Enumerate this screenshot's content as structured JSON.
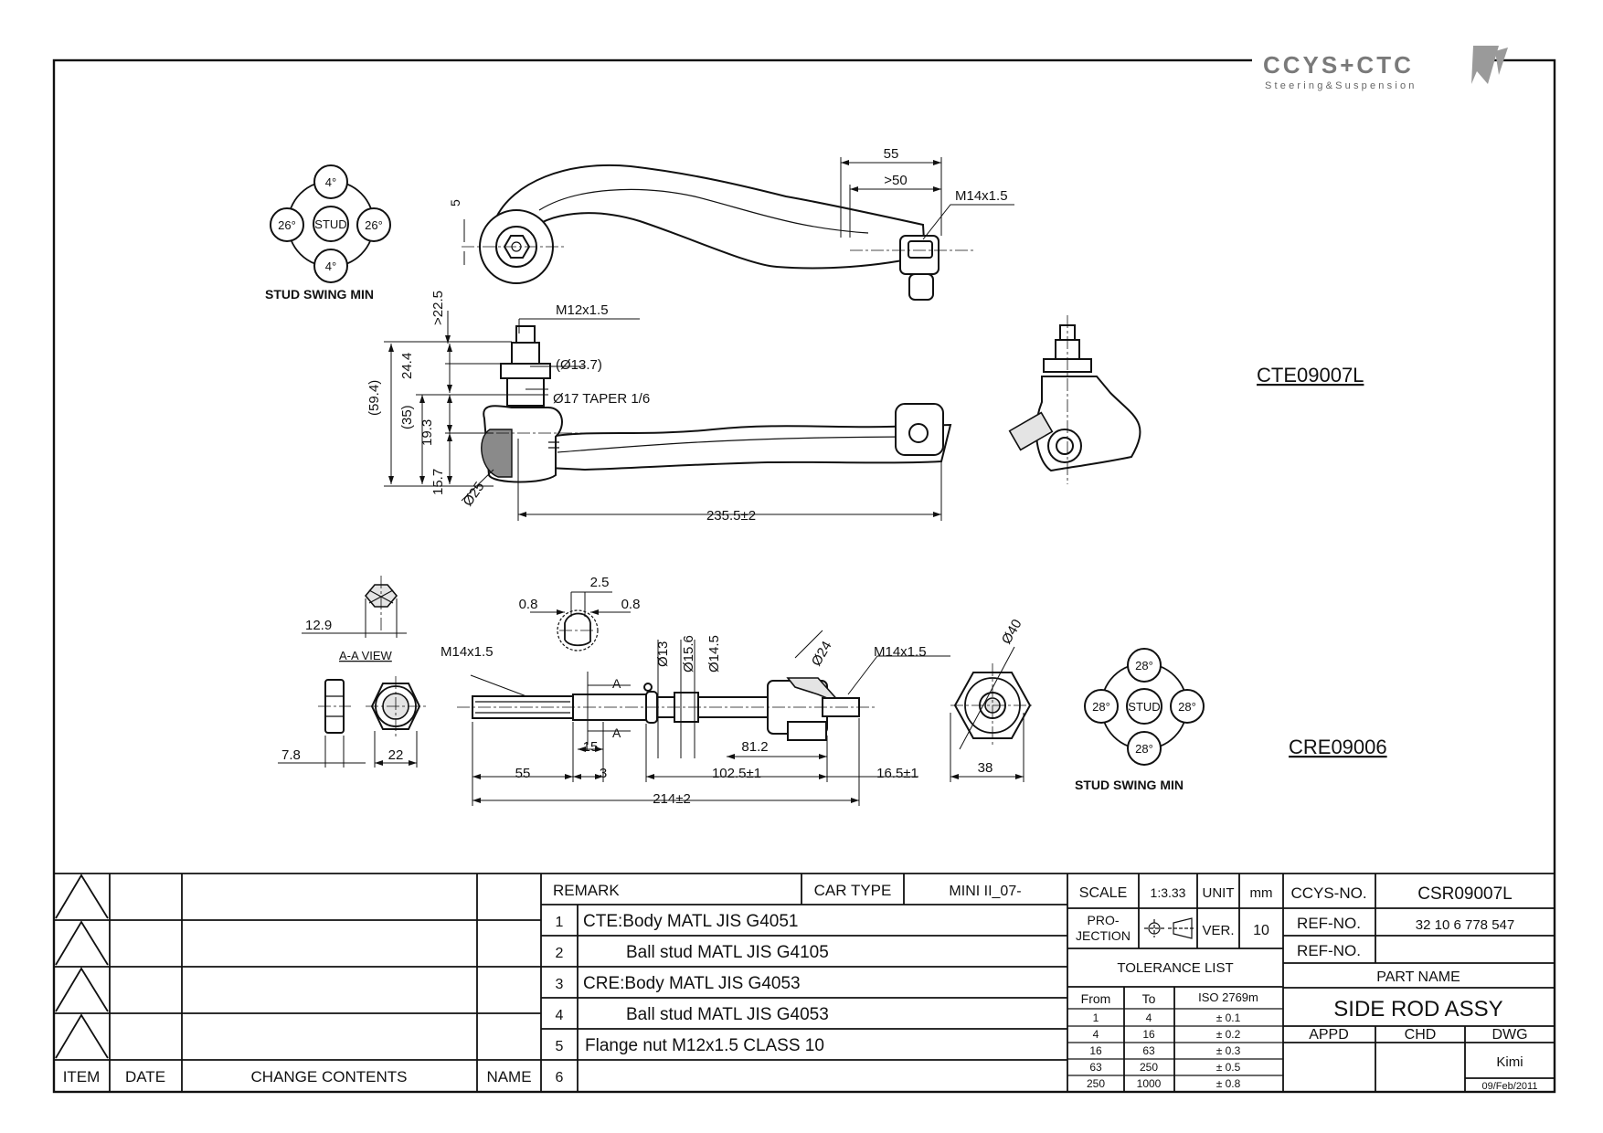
{
  "logo": {
    "brand": "CCYS+CTC",
    "tagline": "Steering&Suspension"
  },
  "drawing": {
    "cte_code": "CTE09007L",
    "cre_code": "CRE09006",
    "swing_top": {
      "caption": "STUD SWING MIN",
      "center": "STUD",
      "top": "4°",
      "bottom": "4°",
      "left": "26°",
      "right": "26°"
    },
    "swing_bottom": {
      "caption": "STUD SWING MIN",
      "center": "STUD",
      "top": "28°",
      "bottom": "28°",
      "left": "28°",
      "right": "28°"
    },
    "dims_top": {
      "d55": "55",
      "d50": ">50",
      "m14": "M14x1.5",
      "tol5": "5",
      "d22": ">22.5",
      "m12": "M12x1.5",
      "d59": "(59.4)",
      "d35": "(35)",
      "d244": "24.4",
      "d193": "19.3",
      "d157": "15.7",
      "dia137": "(Ø13.7)",
      "taper": "Ø17 TAPER 1/6",
      "dia25": "Ø25",
      "len": "235.5±2"
    },
    "dims_bottom": {
      "d08a": "0.8",
      "d25": "2.5",
      "d08b": "0.8",
      "d129": "12.9",
      "aa": "A-A VIEW",
      "m14a": "M14x1.5",
      "dia13": "Ø13",
      "dia156": "Ø15.6",
      "dia145": "Ø14.5",
      "dia24": "Ø24",
      "m14b": "M14x1.5",
      "dia40": "Ø40",
      "secA1": "A",
      "secA2": "A",
      "d15": "15",
      "d812": "81.2",
      "d78": "7.8",
      "d22": "22",
      "d55": "55",
      "d3": "3",
      "d1025": "102.5±1",
      "d165": "16.5±1",
      "d38": "38",
      "d214": "214±2"
    }
  },
  "title_block": {
    "revision_headers": {
      "item": "ITEM",
      "date": "DATE",
      "change": "CHANGE CONTENTS",
      "name": "NAME"
    },
    "remark_label": "REMARK",
    "car_type_label": "CAR TYPE",
    "car_type": "MINI II_07-",
    "remarks": [
      {
        "no": "1",
        "text": "CTE:Body MATL JIS G4051"
      },
      {
        "no": "2",
        "text": "Ball stud MATL JIS G4105"
      },
      {
        "no": "3",
        "text": "CRE:Body MATL JIS G4053"
      },
      {
        "no": "4",
        "text": "Ball stud MATL JIS G4053"
      },
      {
        "no": "5",
        "text": "Flange nut M12x1.5 CLASS 10"
      },
      {
        "no": "6",
        "text": ""
      }
    ],
    "scale_label": "SCALE",
    "scale": "1:3.33",
    "unit_label": "UNIT",
    "unit": "mm",
    "projection_label_1": "PRO-",
    "projection_label_2": "JECTION",
    "ver_label": "VER.",
    "ver": "10",
    "tolerance_title": "TOLERANCE LIST",
    "tolerance_headers": {
      "from": "From",
      "to": "To",
      "std": "ISO 2769m"
    },
    "tolerances": [
      {
        "from": "1",
        "to": "4",
        "tol": "± 0.1"
      },
      {
        "from": "4",
        "to": "16",
        "tol": "± 0.2"
      },
      {
        "from": "16",
        "to": "63",
        "tol": "± 0.3"
      },
      {
        "from": "63",
        "to": "250",
        "tol": "± 0.5"
      },
      {
        "from": "250",
        "to": "1000",
        "tol": "± 0.8"
      }
    ],
    "ccys_no_label": "CCYS-NO.",
    "ccys_no": "CSR09007L",
    "ref_no_label": "REF-NO.",
    "ref_no": "32 10 6 778 547",
    "ref_no2_label": "REF-NO.",
    "ref_no2": "",
    "part_name_label": "PART NAME",
    "part_name": "SIDE ROD ASSY",
    "appd_label": "APPD",
    "chd_label": "CHD",
    "dwg_label": "DWG",
    "drawn_by": "Kimi",
    "date": "09/Feb/2011"
  }
}
